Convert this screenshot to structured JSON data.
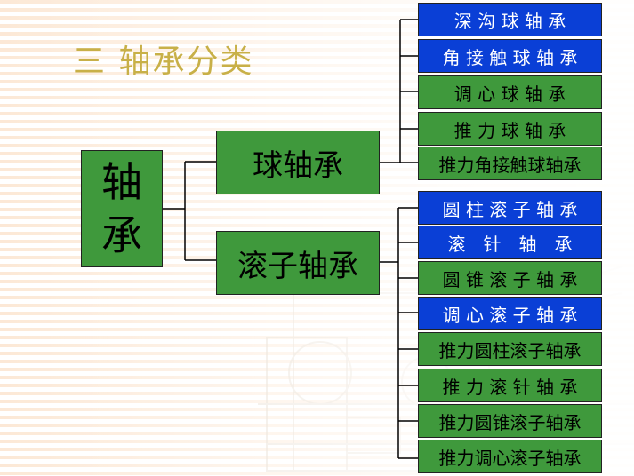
{
  "slide": {
    "title": "三 轴承分类",
    "root": "轴承",
    "ball_group": {
      "label": "球轴承",
      "items": [
        {
          "label": "深 沟 球 轴 承",
          "color": "blue"
        },
        {
          "label": "角 接 触 球 轴 承",
          "color": "blue"
        },
        {
          "label": "调 心 球 轴 承",
          "color": "green"
        },
        {
          "label": "推 力 球 轴 承",
          "color": "green"
        },
        {
          "label": "推力角接触球轴承",
          "color": "green"
        }
      ]
    },
    "roller_group": {
      "label": "滚子轴承",
      "items": [
        {
          "label": "圆 柱 滚 子 轴 承",
          "color": "blue"
        },
        {
          "label": "滚　针　轴　承",
          "color": "blue"
        },
        {
          "label": "圆 锥 滚 子 轴 承",
          "color": "green"
        },
        {
          "label": "调 心 滚 子 轴 承",
          "color": "blue"
        },
        {
          "label": "推力圆柱滚子轴承",
          "color": "green"
        },
        {
          "label": "推 力 滚 针 轴 承",
          "color": "green"
        },
        {
          "label": "推力圆锥滚子轴承",
          "color": "green"
        },
        {
          "label": "推力调心滚子轴承",
          "color": "green"
        }
      ]
    },
    "colors": {
      "green": "#3f993c",
      "blue": "#0a3fd6",
      "title": "#c8b048"
    }
  }
}
